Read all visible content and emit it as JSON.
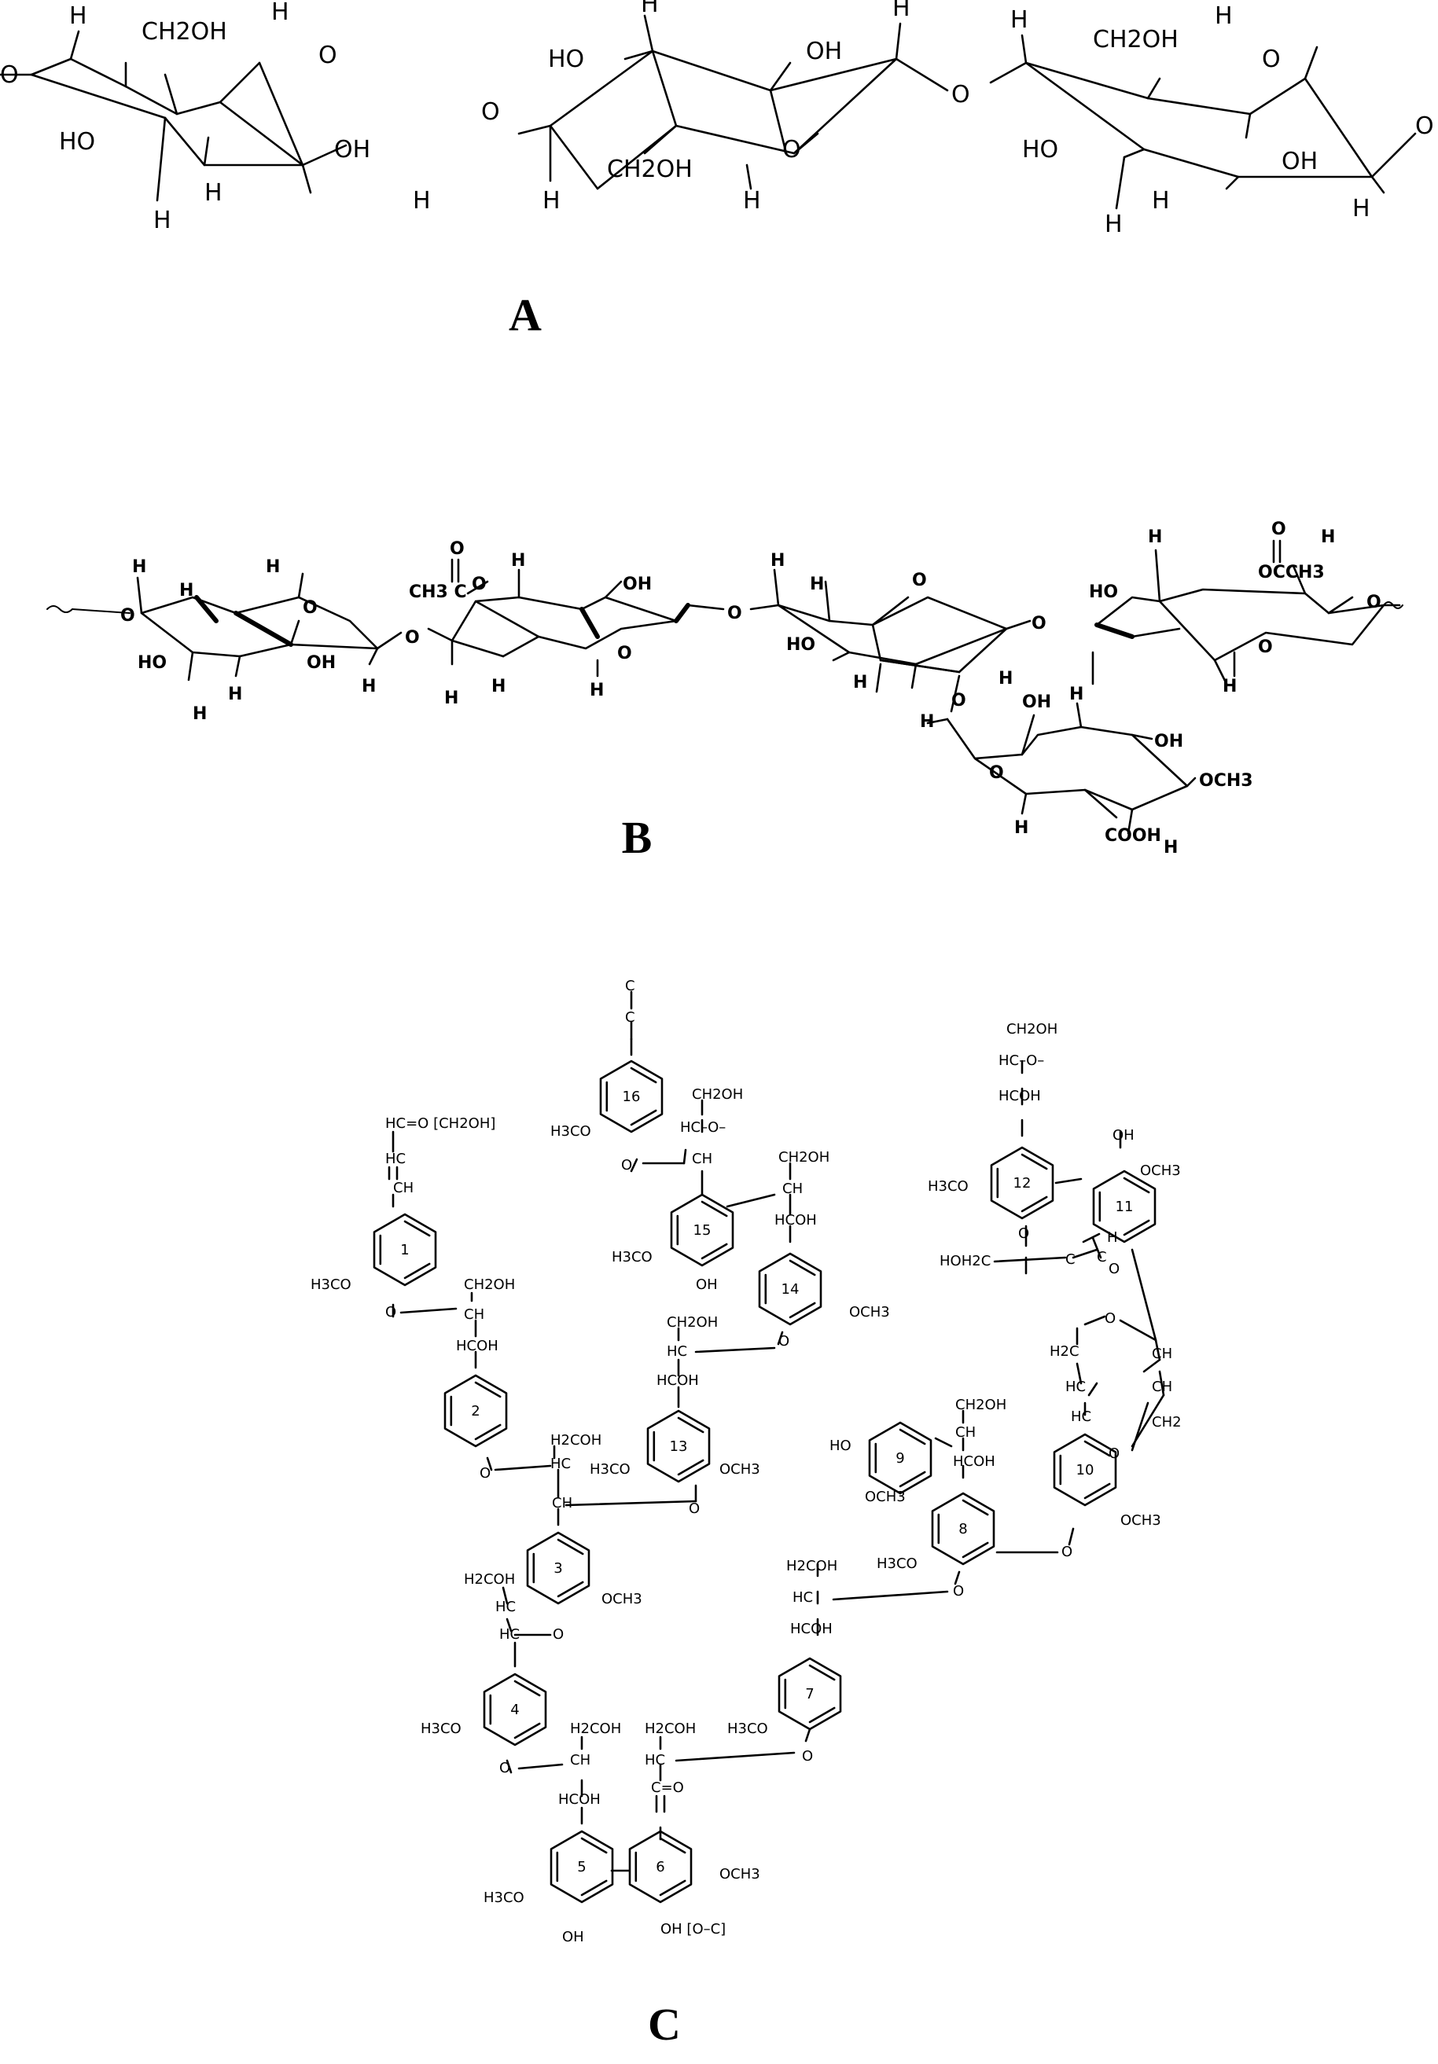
{
  "panels": {
    "a": {
      "label": "A"
    },
    "b": {
      "label": "B"
    },
    "c": {
      "label": "C"
    }
  },
  "cellulose": {
    "ring1": {
      "h_top_left": "H",
      "ch2oh": "CH2OH",
      "h_top_right": "H",
      "o_ring": "O",
      "ho": "HO",
      "oh": "OH",
      "h_a": "H",
      "h_b": "H",
      "h_c": "H",
      "o_left": "O"
    },
    "o_link1": "O",
    "ring2": {
      "h_top": "H",
      "ho": "HO",
      "oh": "OH",
      "h_right": "H",
      "ch2oh": "CH2OH",
      "o_ring": "O",
      "h_a": "H",
      "h_b": "H"
    },
    "o_link2": "O",
    "ring3": {
      "h_top": "H",
      "ch2oh": "CH2OH",
      "h_right": "H",
      "o_ring": "O",
      "ho": "HO",
      "oh": "OH",
      "h_a": "H",
      "h_b": "H",
      "h_c": "H",
      "o_end": "O"
    }
  },
  "hemicellulose": {
    "ring1": {
      "h1": "H",
      "h2": "H",
      "h3": "H",
      "o": "O",
      "ho": "HO",
      "oh": "OH",
      "h4": "H",
      "h5": "H",
      "h6": "H",
      "o_left": "O"
    },
    "o_link1": "O",
    "acetyl": {
      "ch3c": "CH3 C",
      "o_dbl": "O"
    },
    "ring2": {
      "o_top": "O",
      "h_top": "H",
      "oh": "OH",
      "o_ring": "O",
      "h_a": "H",
      "h_b": "H",
      "h_c": "H"
    },
    "o_link2": "O",
    "ring3": {
      "h1": "H",
      "h2": "H",
      "o": "O",
      "ho": "HO",
      "h3": "H",
      "h4": "H",
      "o_sub": "O"
    },
    "o_link3": "O",
    "ring4": {
      "h1": "H",
      "ho": "HO",
      "o_dbl": "O",
      "occh3": "OCCH3",
      "h2": "H",
      "h3": "H",
      "o_ring": "O",
      "o_end": "O"
    },
    "uronic": {
      "h1": "H",
      "oh": "OH",
      "h2": "H",
      "oh2": "OH",
      "o_ring": "O",
      "h3": "H",
      "cooh": "COOH",
      "och3": "OCH3",
      "h4": "H"
    }
  },
  "lignin": {
    "ring_numbers": [
      "1",
      "2",
      "3",
      "4",
      "5",
      "6",
      "7",
      "8",
      "9",
      "10",
      "11",
      "12",
      "13",
      "14",
      "15",
      "16"
    ],
    "labels": {
      "top16_c1": "C",
      "top16_c2": "C",
      "h3co_16": "H3CO",
      "ch2oh_15a": "CH2OH",
      "hc_o_15": "HC–O–",
      "o_16": "O",
      "ch_15": "CH",
      "ch2oh_14": "CH2OH",
      "ch_14": "CH",
      "hcoh_14": "HCOH",
      "h3co_15": "H3CO",
      "oh_15": "OH",
      "och3_14": "OCH3",
      "o_14": "O",
      "hc_o_1": "HC=O [CH2OH]",
      "hc_1": "HC",
      "ch_1": "CH",
      "h3co_1": "H3CO",
      "o_1": "O",
      "ch2oh_2": "CH2OH",
      "ch_2": "CH",
      "hcoh_2": "HCOH",
      "ch2oh_13": "CH2OH",
      "hc_13": "HC",
      "hcoh_13": "HCOH",
      "h3co_13": "H3CO",
      "och3_13": "OCH3",
      "o_13": "O",
      "o_2": "O",
      "h2coh_3": "H2COH",
      "hc_3": "HC",
      "ch_3": "CH",
      "h2coh_4": "H2COH",
      "hc_4": "HC",
      "hc_4b": "HC",
      "o_3": "O",
      "och3_3": "OCH3",
      "h3co_4": "H3CO",
      "o_4": "O",
      "h2coh_5": "H2COH",
      "ch_5": "CH",
      "hcoh_5": "HCOH",
      "h2coh_6": "H2COH",
      "hc_6": "HC",
      "c_o_6": "C=O",
      "o_7": "O",
      "h3co_5": "H3CO",
      "oh_5": "OH",
      "och3_6": "OCH3",
      "oh_6": "OH [O–C]",
      "h3co_7": "H3CO",
      "h2coh_7": "H2COH",
      "hc_7": "HC",
      "hcoh_7": "HCOH",
      "ho_9": "HO",
      "och3_9": "OCH3",
      "ch2oh_8": "CH2OH",
      "ch_8": "CH",
      "hcoh_8": "HCOH",
      "h3co_8": "H3CO",
      "o_8": "O",
      "o_10": "O",
      "och3_10": "OCH3",
      "ch2oh_12": "CH2OH",
      "hc_o_12": "HC–O–",
      "hcoh_12": "HCOH",
      "oh_11": "OH",
      "och3_11": "OCH3",
      "h3co_12": "H3CO",
      "o_12": "O",
      "hoh2c": "HOH2C",
      "c_h": "C",
      "h_ald": "H",
      "c_ald": "C",
      "o_ald": "O",
      "o_fur1": "O",
      "h2c_fur": "H2C",
      "ch_fur1": "CH",
      "hc_fur": "HC",
      "ch_fur2": "CH",
      "hc_fur2": "HC",
      "ch2_fur": "CH2",
      "o_fur2": "O"
    }
  }
}
